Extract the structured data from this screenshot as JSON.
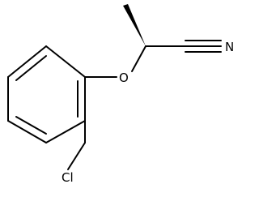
{
  "molecule": {
    "atoms": {
      "oxygen": "O",
      "nitrogen": "N",
      "chlorine": "Cl"
    },
    "colors": {
      "bond": "#000000",
      "background": "#ffffff"
    }
  }
}
